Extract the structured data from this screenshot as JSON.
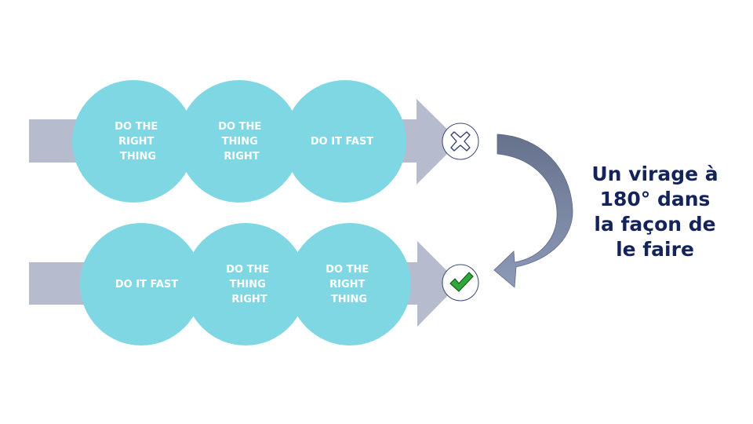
{
  "colors": {
    "circle_fill": "#7fd7e4",
    "arrow_fill": "#b6bccd",
    "circle_text": "#ffffff",
    "badge_border": "#3a4a78",
    "cross_fill": "#ffffff",
    "cross_stroke": "#2c3b6a",
    "check_fill": "#2ea836",
    "check_stroke": "#1d5a22",
    "curve_top": "#66728c",
    "curve_bottom": "#8d9ab8",
    "side_text": "#14245a"
  },
  "rows": [
    {
      "name": "wrong-order",
      "circles": [
        {
          "lines": [
            "DO THE",
            "RIGHT",
            "THING"
          ]
        },
        {
          "lines": [
            "DO THE",
            "THING",
            "RIGHT"
          ]
        },
        {
          "lines": [
            "DO IT FAST"
          ]
        }
      ],
      "result_icon": "cross-icon"
    },
    {
      "name": "right-order",
      "circles": [
        {
          "lines": [
            "DO IT FAST"
          ]
        },
        {
          "lines": [
            "DO THE",
            "THING",
            "RIGHT"
          ]
        },
        {
          "lines": [
            "DO THE",
            "RIGHT",
            "THING"
          ]
        }
      ],
      "result_icon": "check-icon"
    }
  ],
  "turn_arrow_icon": "u-turn-arrow-icon",
  "side_text": {
    "lines": [
      "Un virage à",
      "180° dans",
      "la façon de",
      "le faire"
    ]
  }
}
